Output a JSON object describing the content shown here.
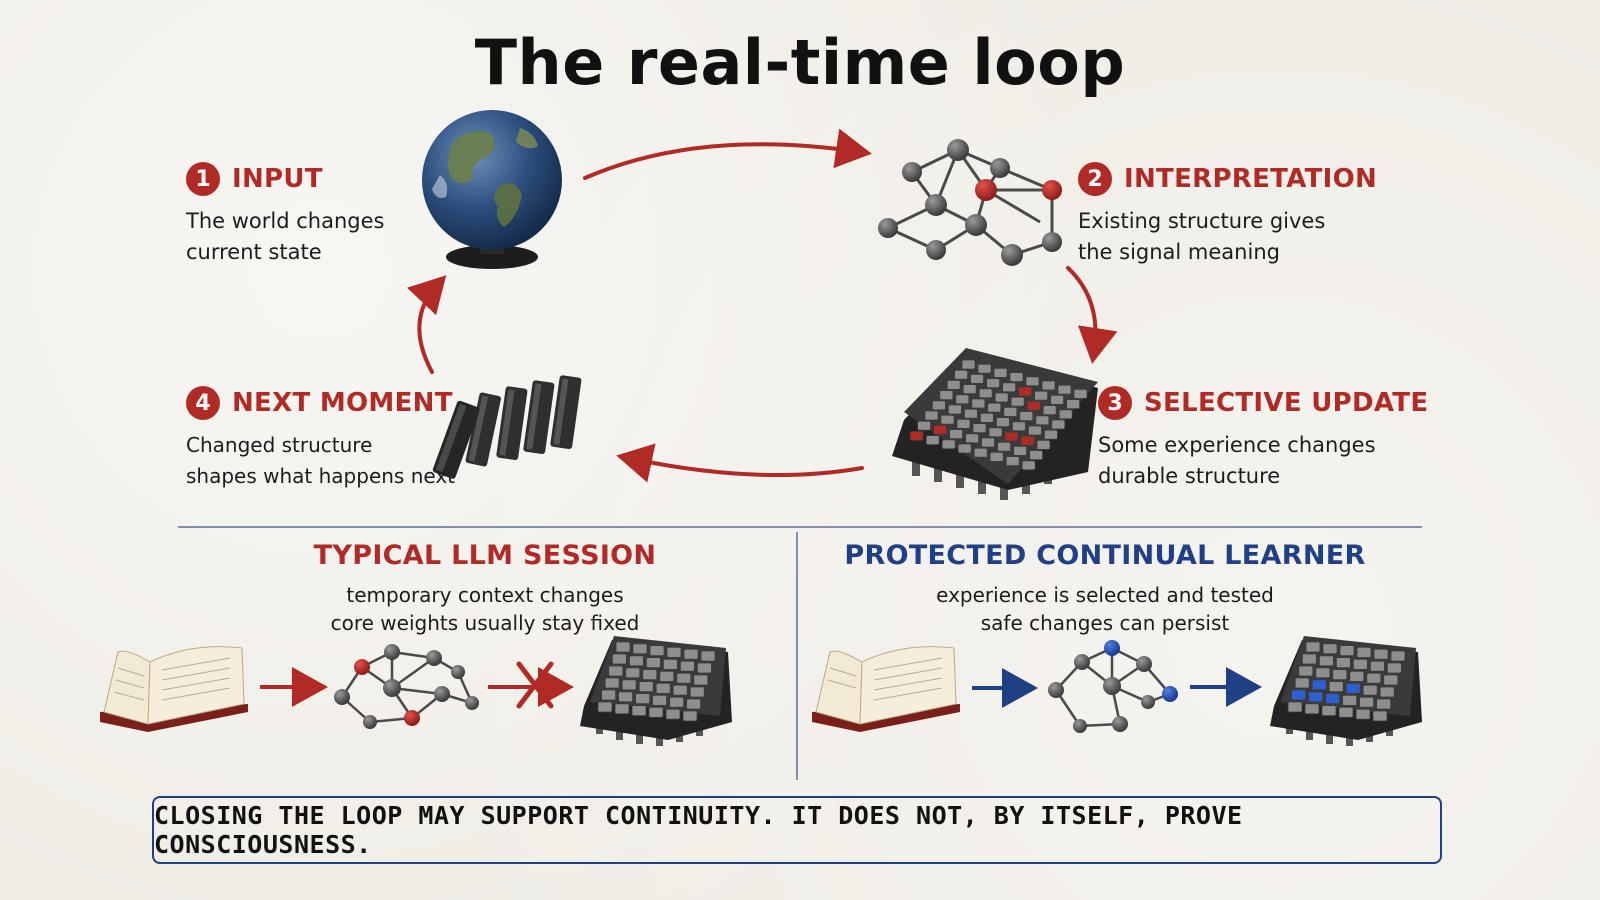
{
  "title": "The real-time loop",
  "steps": [
    {
      "number": "1",
      "title": "INPUT",
      "lines": [
        "The world changes",
        "current state"
      ]
    },
    {
      "number": "2",
      "title": "INTERPRETATION",
      "lines": [
        "Existing structure gives",
        "the signal meaning"
      ]
    },
    {
      "number": "3",
      "title": "SELECTIVE UPDATE",
      "lines": [
        "Some experience changes",
        "durable structure"
      ]
    },
    {
      "number": "4",
      "title": "NEXT MOMENT",
      "lines": [
        "Changed structure",
        "shapes what happens next"
      ]
    }
  ],
  "panels": {
    "left": {
      "title": "TYPICAL LLM SESSION",
      "lines": [
        "temporary context changes",
        "core weights usually stay fixed"
      ]
    },
    "right": {
      "title": "PROTECTED CONTINUAL LEARNER",
      "lines": [
        "experience is selected and tested",
        "safe changes can persist"
      ]
    }
  },
  "footer": "CLOSING THE LOOP MAY SUPPORT CONTINUITY. IT DOES NOT, BY ITSELF, PROVE CONSCIOUSNESS.",
  "icons": [
    "globe-icon",
    "network-icon",
    "chip-icon",
    "dominoes-icon",
    "book-icon",
    "blocked-arrow-icon"
  ],
  "colors": {
    "accent_red": "#b02a26",
    "accent_blue": "#1f3f86",
    "background": "#efece5"
  }
}
